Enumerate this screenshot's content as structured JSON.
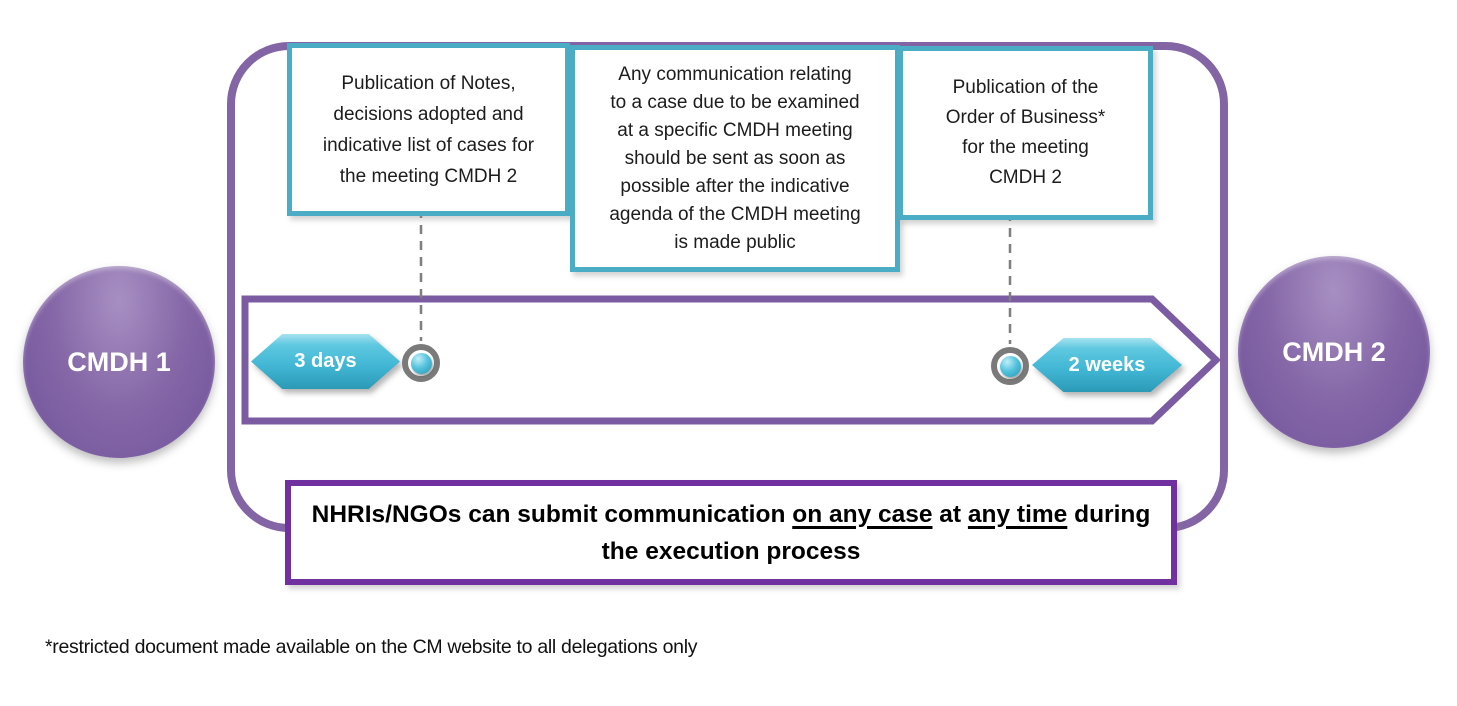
{
  "colors": {
    "teal_border": "#4BACC6",
    "badge_teal": "#41B6D4",
    "purple_shape": "#8064A2",
    "banner_border_purple": "#7030A0",
    "marker_gray": "#7A7A7A"
  },
  "callouts": [
    {
      "id": "notes",
      "text": "Publication of Notes,\ndecisions adopted and\nindicative list of cases for\nthe meeting CMDH 2"
    },
    {
      "id": "communication",
      "text": "Any communication relating\nto a case due to be examined\nat a specific CMDH meeting\nshould be sent as soon as\npossible after the indicative\nagenda of the CMDH meeting\nis made public"
    },
    {
      "id": "order_of_business",
      "text": "Publication of the\nOrder of Business*\nfor the meeting\nCMDH 2"
    }
  ],
  "timeline": {
    "start_label": "CMDH 1",
    "end_label": "CMDH 2",
    "left_badge": "3 days",
    "right_badge": "2 weeks"
  },
  "banner": {
    "prefix": "NHRIs/NGOs can submit communication ",
    "underline1": "on any case",
    "middle": " at ",
    "underline2": "any time",
    "suffix": " during\nthe execution process"
  },
  "footnote": "*restricted document made available on the CM website to all delegations only"
}
